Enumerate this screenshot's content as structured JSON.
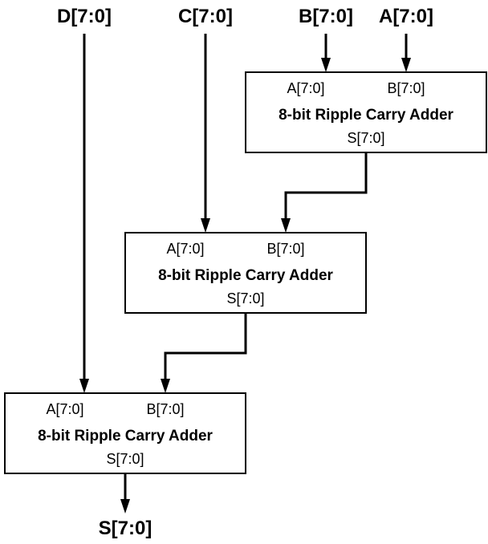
{
  "inputs": {
    "d": "D[7:0]",
    "c": "C[7:0]",
    "b": "B[7:0]",
    "a": "A[7:0]"
  },
  "output": "S[7:0]",
  "adders": [
    {
      "title": "8-bit Ripple Carry Adder",
      "port_a": "A[7:0]",
      "port_b": "B[7:0]",
      "port_s": "S[7:0]"
    },
    {
      "title": "8-bit Ripple Carry Adder",
      "port_a": "A[7:0]",
      "port_b": "B[7:0]",
      "port_s": "S[7:0]"
    },
    {
      "title": "8-bit Ripple Carry Adder",
      "port_a": "A[7:0]",
      "port_b": "B[7:0]",
      "port_s": "S[7:0]"
    }
  ],
  "colors": {
    "stroke": "#000000",
    "background": "#ffffff"
  }
}
